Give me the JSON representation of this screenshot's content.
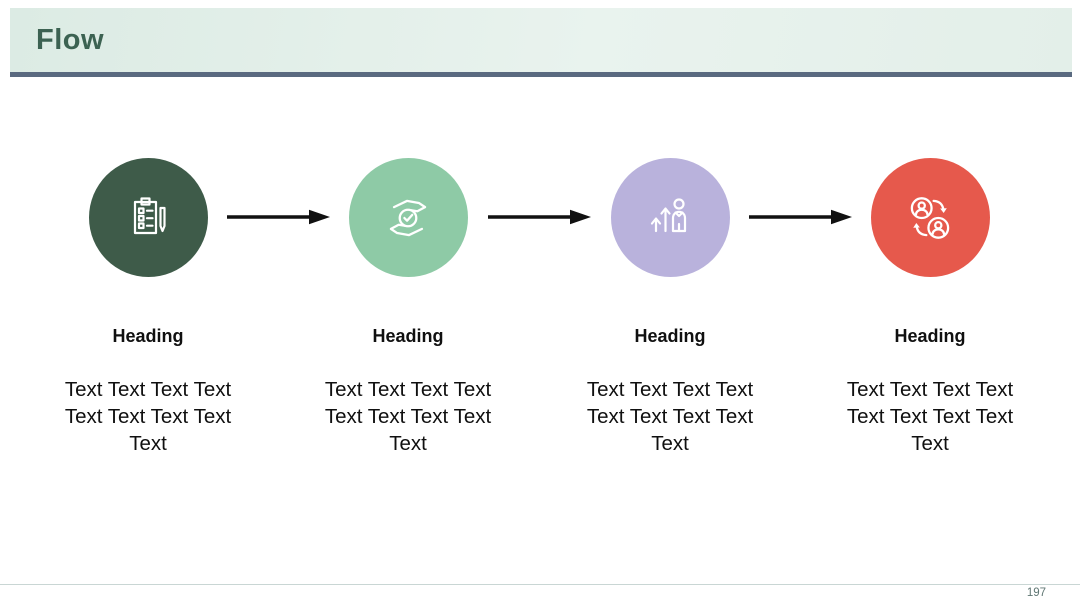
{
  "slide": {
    "title": "Flow",
    "page_number": "197"
  },
  "colors": {
    "header_bg": "#e3efe9",
    "header_underline": "#5a6a80",
    "title_text": "#3c6252",
    "arrow": "#111111",
    "footer_line": "#c9d6d4",
    "page_number": "#5f7673"
  },
  "steps": [
    {
      "heading": "Heading",
      "body": "Text Text Text Text Text Text Text Text Text",
      "circle_color": "#3e5b49",
      "icon": "clipboard-checklist-icon"
    },
    {
      "heading": "Heading",
      "body": "Text Text Text Text Text Text Text Text Text",
      "circle_color": "#8ecaa6",
      "icon": "hands-check-icon"
    },
    {
      "heading": "Heading",
      "body": "Text Text Text Text Text Text Text Text Text",
      "circle_color": "#b9b2dc",
      "icon": "person-growth-icon"
    },
    {
      "heading": "Heading",
      "body": "Text Text Text Text Text Text Text Text Text",
      "circle_color": "#e6594c",
      "icon": "people-exchange-icon"
    }
  ]
}
